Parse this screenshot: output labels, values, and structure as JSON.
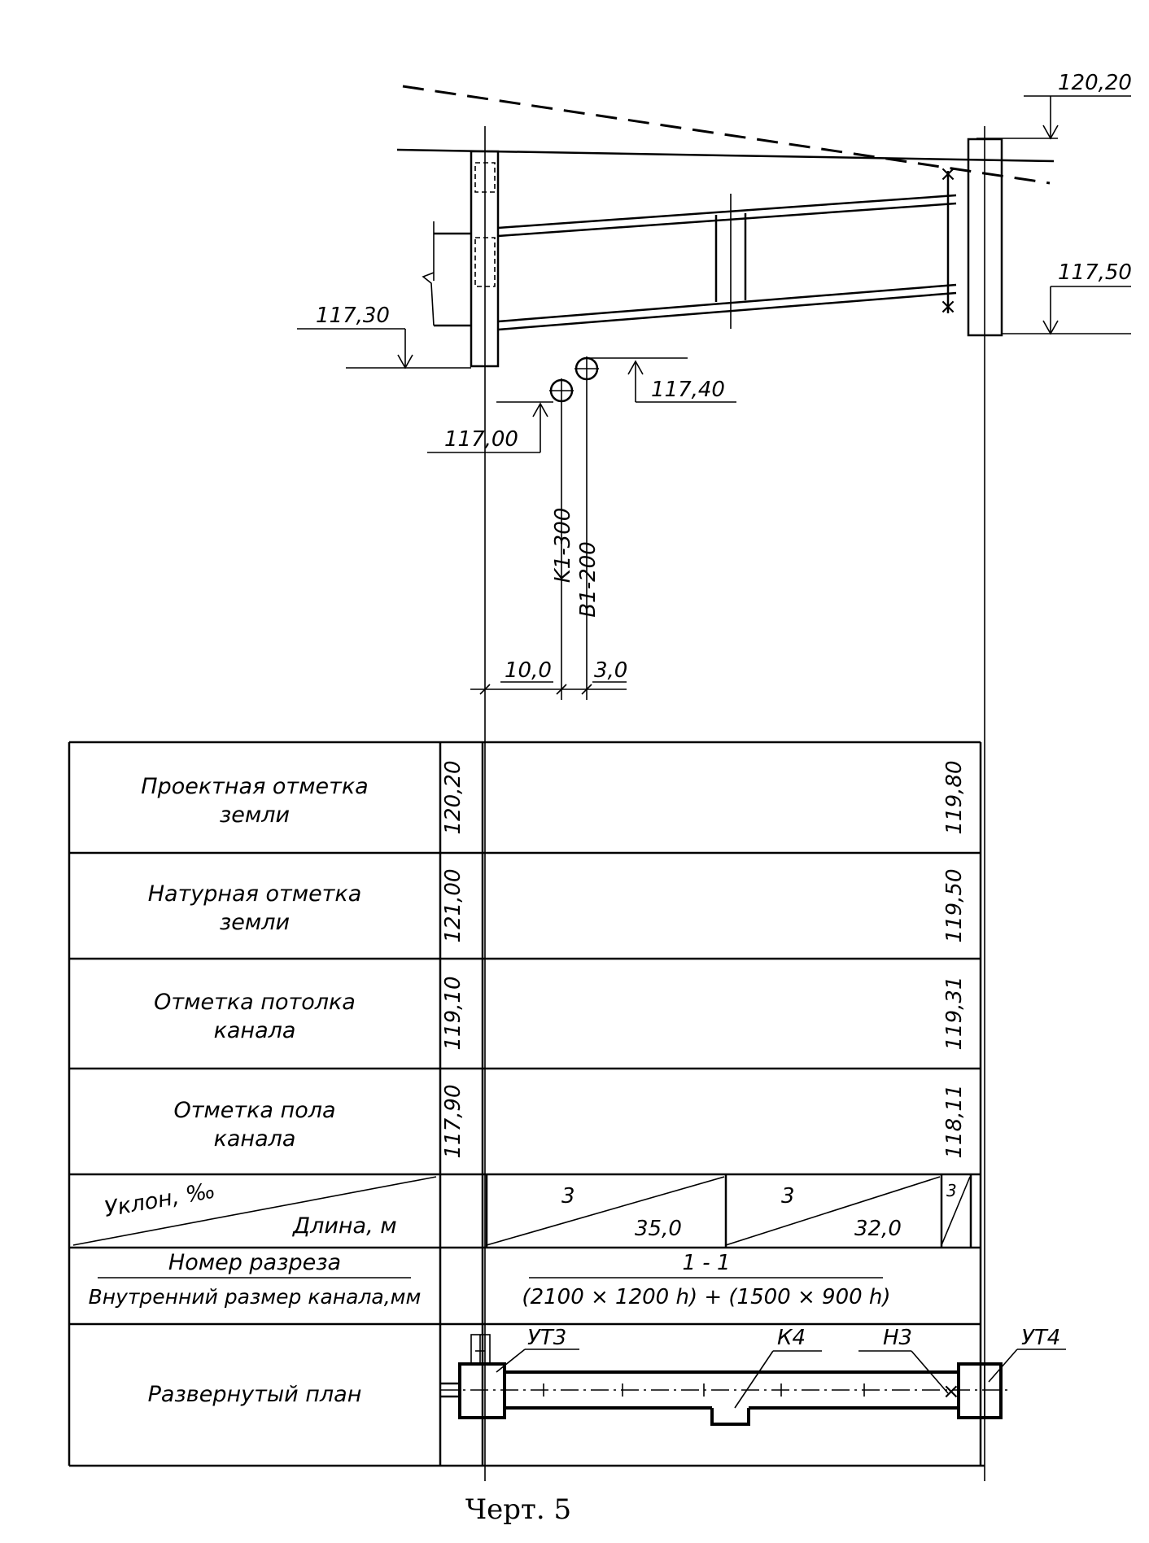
{
  "elevations": {
    "top_right": "120,20",
    "right": "117,50",
    "left": "117,30",
    "pipe_b1": "117,40",
    "pipe_k1": "117,00"
  },
  "pipes": {
    "k1": "K1-300",
    "b1": "B1-200"
  },
  "offsets": {
    "first": "10,0",
    "second": "3,0"
  },
  "table": {
    "rows": [
      {
        "label_line1": "Проектная отметка",
        "label_line2": "земли",
        "start": "120,20",
        "end": "119,80"
      },
      {
        "label_line1": "Натурная отметка",
        "label_line2": "земли",
        "start": "121,00",
        "end": "119,50"
      },
      {
        "label_line1": "Отметка потолка",
        "label_line2": "канала",
        "start": "119,10",
        "end": "119,31"
      },
      {
        "label_line1": "Отметка пола",
        "label_line2": "канала",
        "start": "117,90",
        "end": "118,11"
      }
    ],
    "slope_label": "Уклон, ‰",
    "length_label": "Длина, м",
    "segments": [
      {
        "slope": "3",
        "length": "35,0"
      },
      {
        "slope": "3",
        "length": "32,0"
      },
      {
        "slope": "3",
        "length": ""
      }
    ],
    "section_label": "Номер разреза",
    "inner_size_label": "Внутренний размер канала,мм",
    "section_value": "1 - 1",
    "inner_size_value": "(2100 × 1200 h) + (1500 × 900 h)",
    "plan_label": "Развернутый план",
    "plan_marks": [
      "УТ3",
      "К4",
      "Н3",
      "УТ4"
    ]
  },
  "caption": "Черт. 5"
}
